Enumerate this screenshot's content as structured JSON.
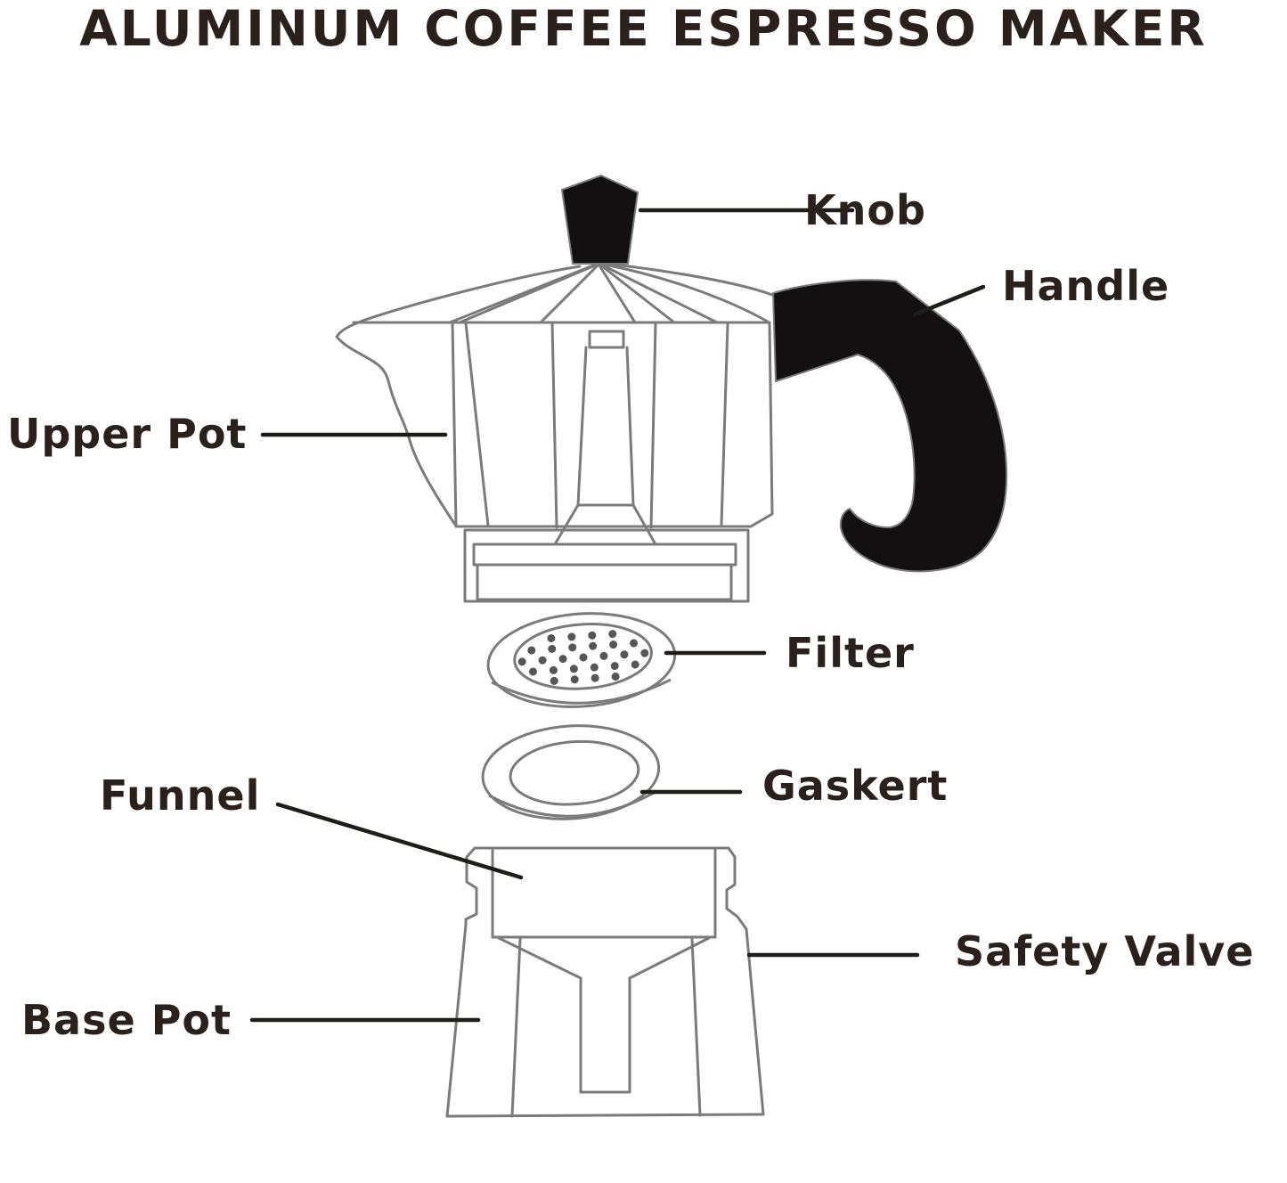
{
  "title": "ALUMINUM COFFEE ESPRESSO MAKER",
  "colors": {
    "background": "#ffffff",
    "outline_gray": "#7b7b7b",
    "fill_black": "#121010",
    "leader_black": "#1f1c1a",
    "text_brown": "#2a211c",
    "dot_gray": "#565656"
  },
  "diagram": {
    "subject": "aluminum-moka-espresso-maker-exploded-view",
    "labels": {
      "knob": "Knob",
      "handle": "Handle",
      "upper_pot": "Upper Pot",
      "filter": "Filter",
      "gasket": "Gaskert",
      "funnel": "Funnel",
      "safety_valve": "Safety Valve",
      "base_pot": "Base Pot"
    },
    "filter_holes": {
      "rows": [
        4,
        6,
        7,
        6,
        4
      ],
      "col_spacing": 23,
      "row_spacing": 12,
      "radius": 4.5
    }
  }
}
